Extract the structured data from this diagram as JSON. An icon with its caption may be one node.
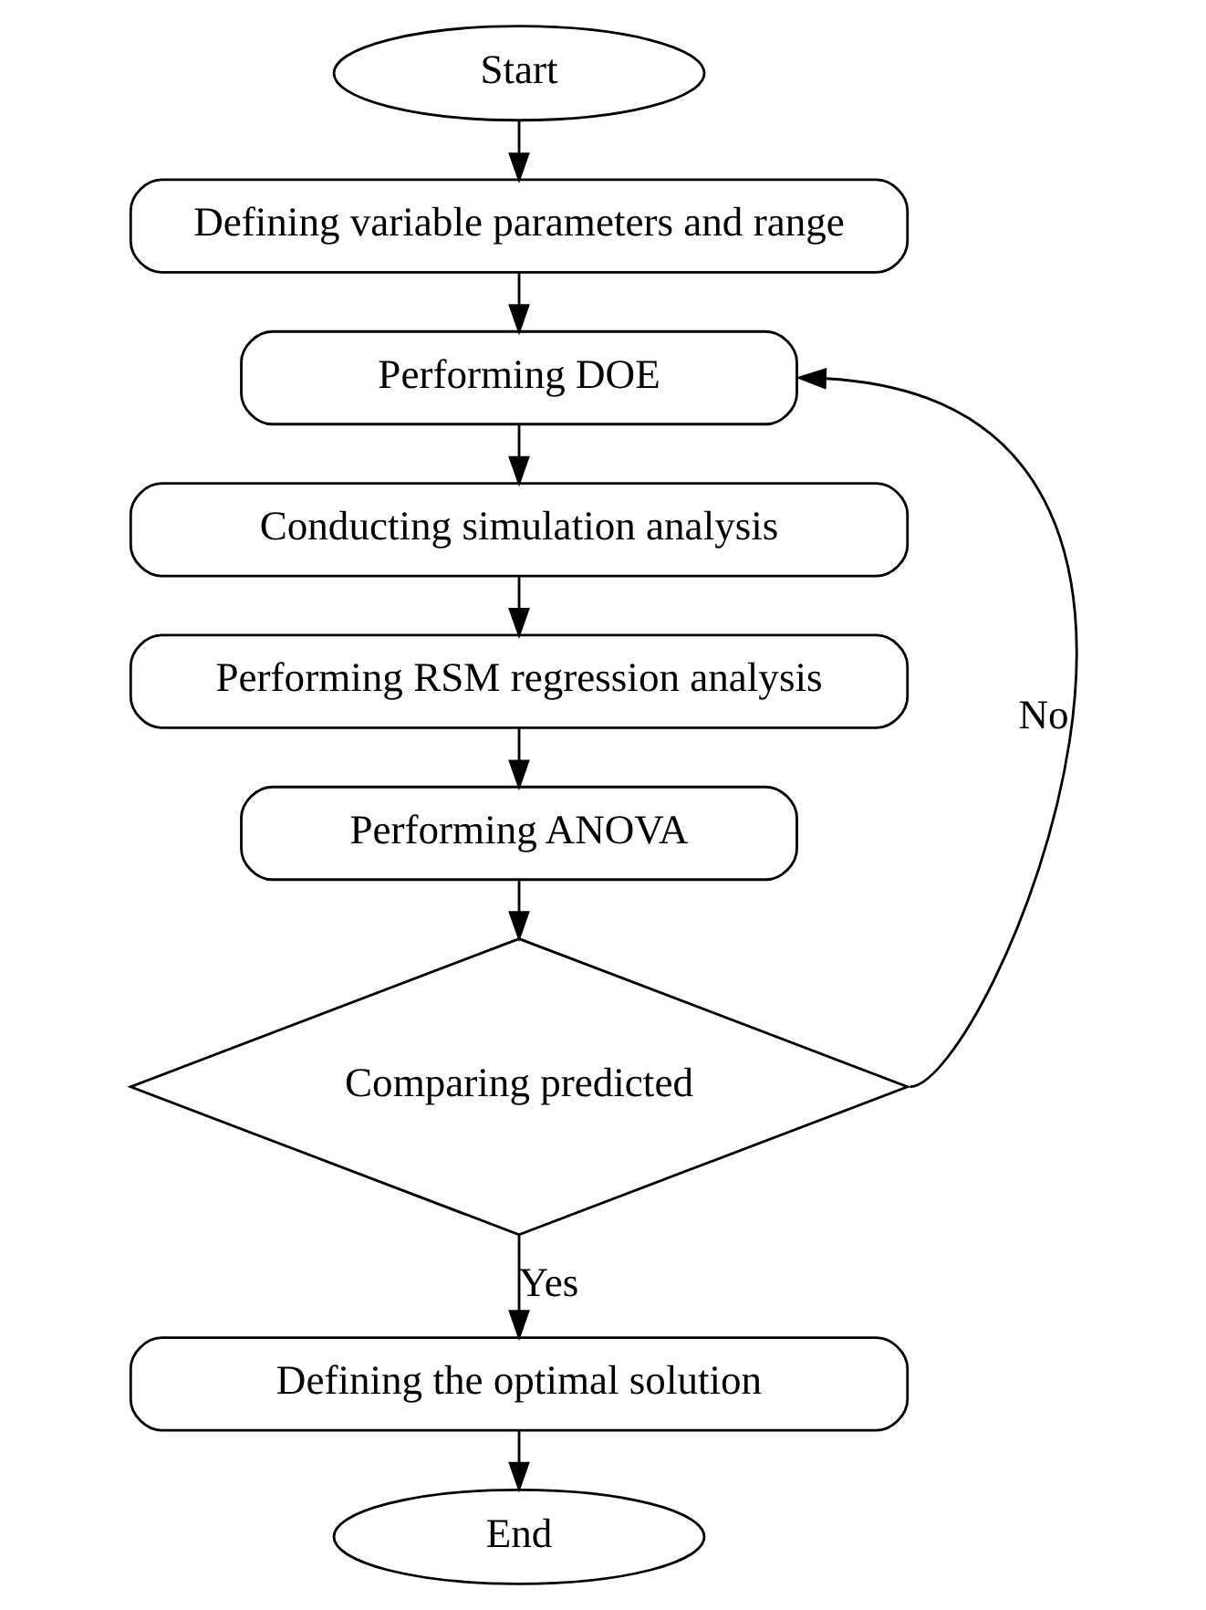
{
  "diagram": {
    "nodes": [
      {
        "text": [
          "Start"
        ]
      },
      {
        "text": [
          "Defining variable parameters and range"
        ]
      },
      {
        "text": [
          "Performing DOE"
        ]
      },
      {
        "text": [
          "Conducting simulation analysis"
        ]
      },
      {
        "text": [
          "Performing RSM regression analysis"
        ]
      },
      {
        "text": [
          "Performing ANOVA"
        ]
      },
      {
        "text": [
          "Comparing predicted"
        ]
      },
      {
        "text": [
          "Defining the optimal solution"
        ]
      },
      {
        "text": [
          "End"
        ]
      }
    ],
    "edges": [
      {
        "from": 0,
        "to": 1,
        "arrow": "to"
      },
      {
        "from": 1,
        "to": 2,
        "arrow": "to"
      },
      {
        "from": 2,
        "to": 3,
        "arrow": "to"
      },
      {
        "from": 3,
        "to": 4,
        "arrow": "to"
      },
      {
        "from": 4,
        "to": 5,
        "arrow": "to"
      },
      {
        "from": 5,
        "to": 6,
        "arrow": "to"
      },
      {
        "from": 6,
        "to": 7,
        "arrow": "to",
        "label": "Yes"
      },
      {
        "from": 7,
        "to": 8,
        "arrow": "to"
      },
      {
        "from": 6,
        "to": 2,
        "arrow": "to",
        "label": "No"
      }
    ]
  }
}
